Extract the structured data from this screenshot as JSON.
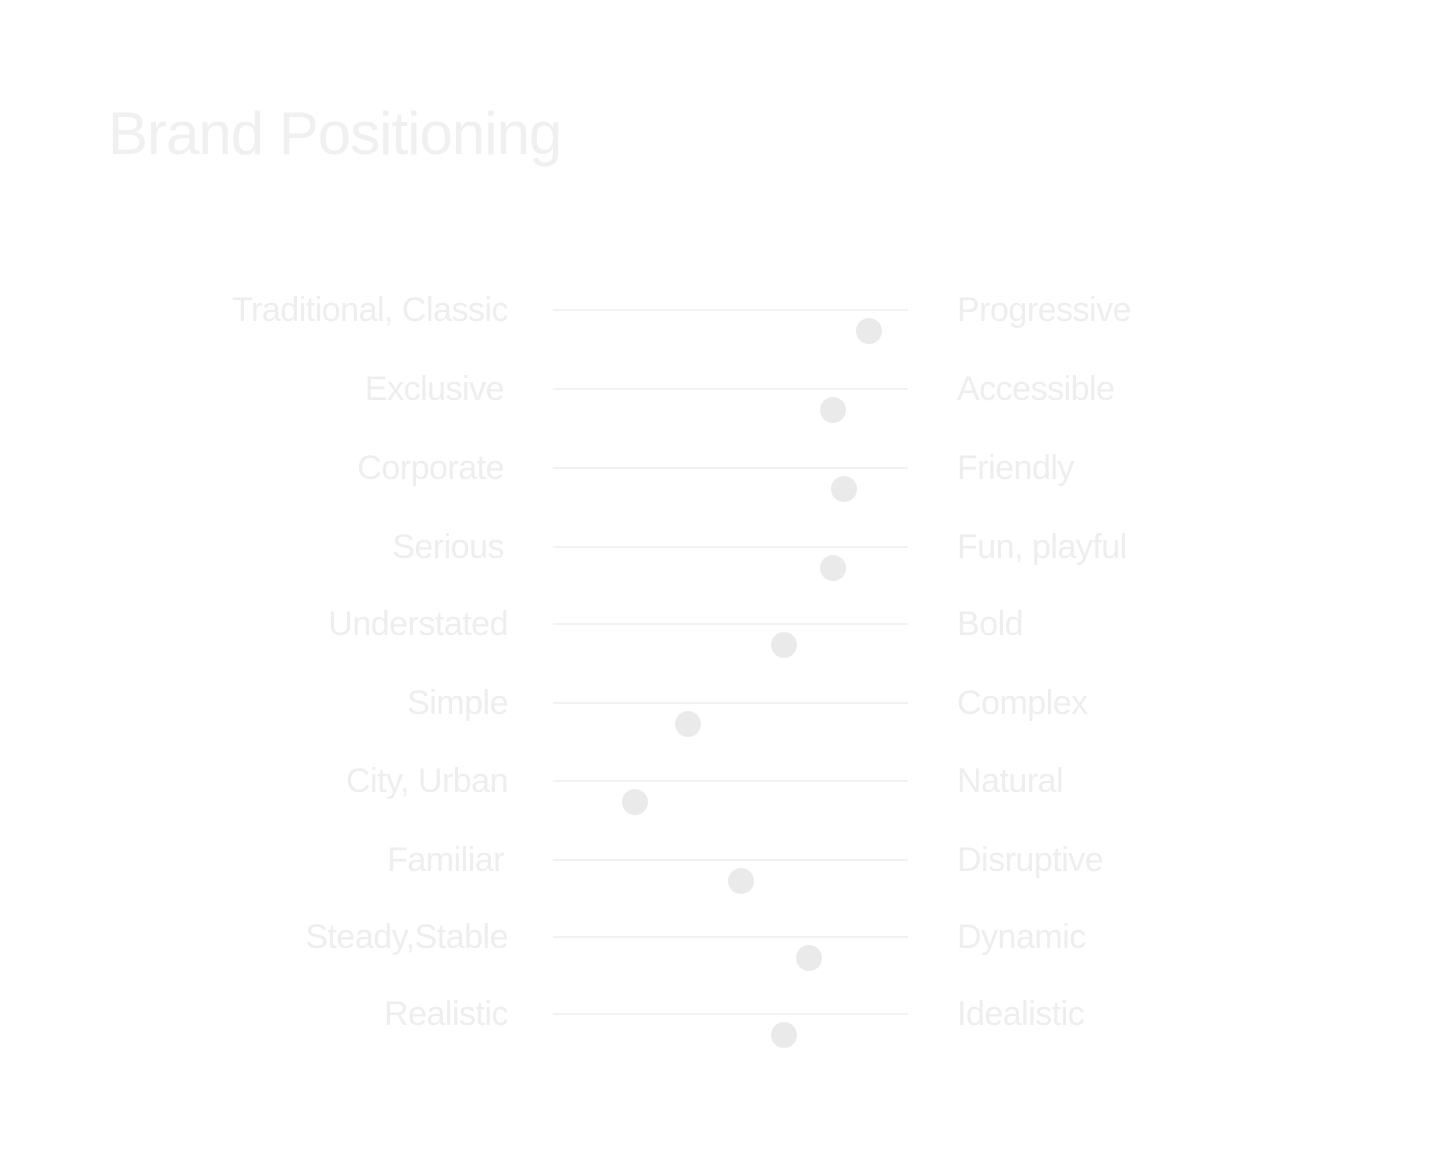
{
  "title": "Brand Positioning",
  "colors": {
    "title": "#f0f0f0",
    "label": "#eeeeee",
    "track": "#f2f2f2",
    "thumb": "#eaeaea"
  },
  "scales": [
    {
      "left": "Traditional, Classic",
      "right": "Progressive",
      "value": 0.89
    },
    {
      "left": "Exclusive",
      "right": "Accessible",
      "value": 0.79
    },
    {
      "left": "Corporate",
      "right": "Friendly",
      "value": 0.82
    },
    {
      "left": "Serious",
      "right": "Fun, playful",
      "value": 0.79
    },
    {
      "left": "Understated",
      "right": "Bold",
      "value": 0.65
    },
    {
      "left": "Simple",
      "right": "Complex",
      "value": 0.38
    },
    {
      "left": "City, Urban",
      "right": "Natural",
      "value": 0.23
    },
    {
      "left": "Familiar",
      "right": "Disruptive",
      "value": 0.53
    },
    {
      "left": "Steady,Stable",
      "right": "Dynamic",
      "value": 0.72
    },
    {
      "left": "Realistic",
      "right": "Idealistic",
      "value": 0.65
    }
  ]
}
